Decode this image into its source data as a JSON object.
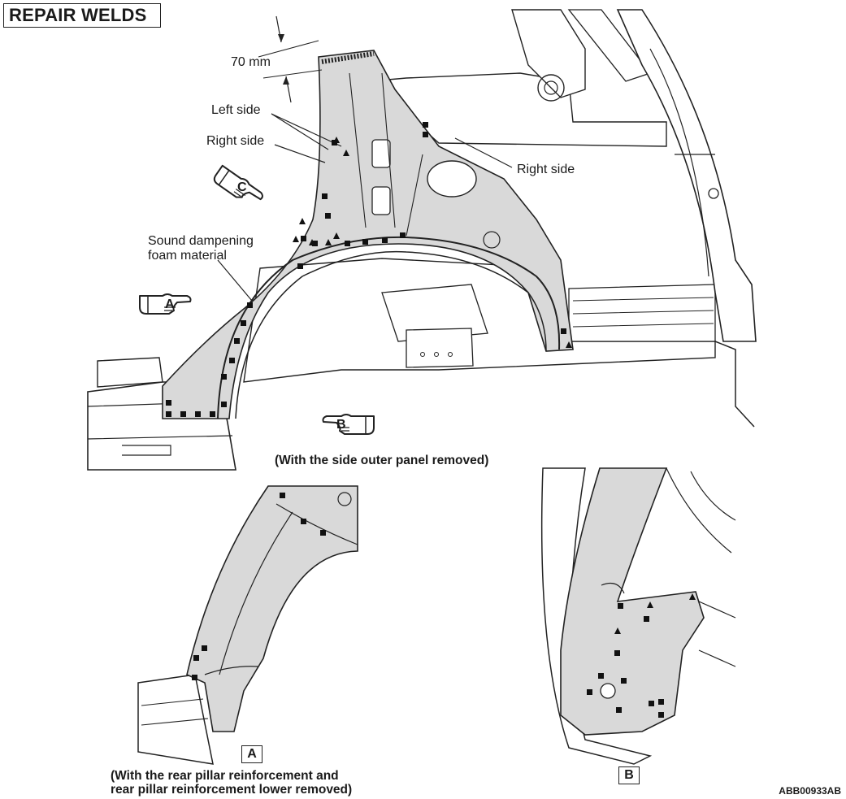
{
  "title": "REPAIR WELDS",
  "labels": {
    "dimension": "70 mm",
    "left_side": "Left side",
    "right_side_1": "Right side",
    "right_side_2": "Right side",
    "foam_line1": "Sound dampening",
    "foam_line2": "foam material"
  },
  "view_letters": {
    "a": "A",
    "b": "B",
    "c": "C"
  },
  "captions": {
    "main": "(With the side outer panel removed)",
    "view_a_line1": "(With the rear pillar reinforcement and",
    "view_a_line2": "rear pillar reinforcement lower removed)"
  },
  "code": "ABB00933AB",
  "colors": {
    "panel": "#d9d9d9",
    "ink": "#222222",
    "weld": "#111111"
  },
  "icons": [
    "pointing-hand-icon",
    "square-weld-icon",
    "triangle-weld-icon"
  ]
}
